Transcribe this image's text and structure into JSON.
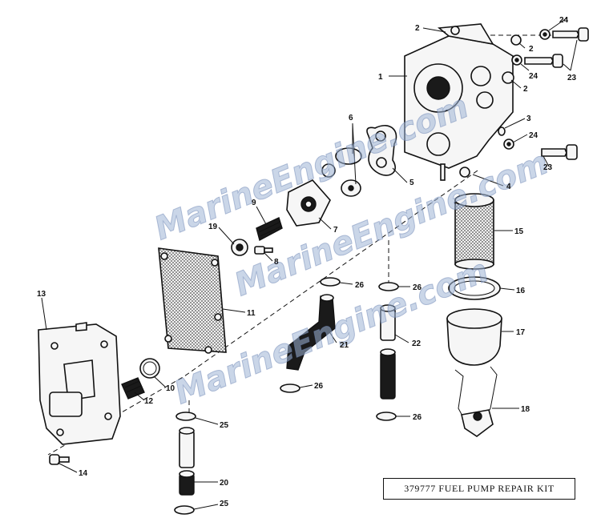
{
  "labels": {
    "l1": "1",
    "l2a": "2",
    "l2b": "2",
    "l2c": "2",
    "l3": "3",
    "l4": "4",
    "l5": "5",
    "l6": "6",
    "l7": "7",
    "l8": "8",
    "l9": "9",
    "l10": "10",
    "l11": "11",
    "l12": "12",
    "l13": "13",
    "l14": "14",
    "l15": "15",
    "l16": "16",
    "l17": "17",
    "l18": "18",
    "l19": "19",
    "l20": "20",
    "l21": "21",
    "l22": "22",
    "l23a": "23",
    "l23b": "23",
    "l24a": "24",
    "l24b": "24",
    "l24c": "24",
    "l25a": "25",
    "l25b": "25",
    "l26a": "26",
    "l26b": "26",
    "l26c": "26",
    "l26d": "26"
  },
  "watermark": {
    "w1": "MarineEngine.com",
    "w2": "MarineEngine.com",
    "w3": "MarineEngine.com"
  },
  "kit": {
    "caption": "379777 FUEL PUMP REPAIR KIT"
  }
}
